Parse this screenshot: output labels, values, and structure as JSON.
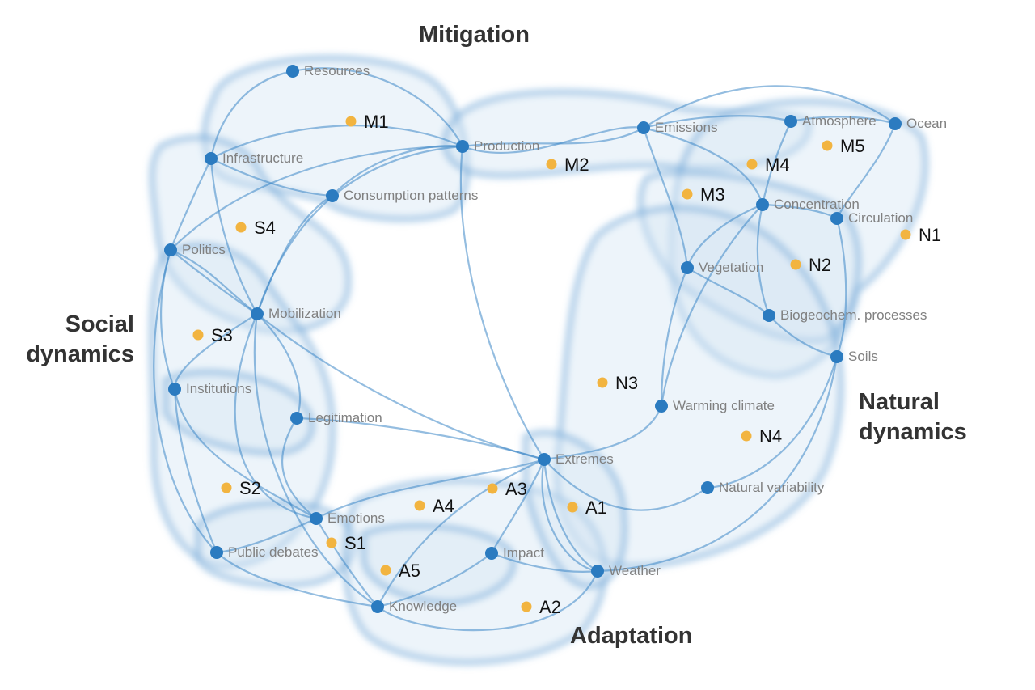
{
  "colors": {
    "node": "#2b7bc0",
    "marker": "#f2b440",
    "edge": "#3c86c6",
    "blob_fill": "#d6e6f4",
    "section_text": "#333333",
    "node_text": "#808080",
    "marker_text": "#111111"
  },
  "sections": {
    "mitigation": "Mitigation",
    "social_line1": "Social",
    "social_line2": "dynamics",
    "natural_line1": "Natural",
    "natural_line2": "dynamics",
    "adaptation": "Adaptation"
  },
  "nodes": {
    "resources": "Resources",
    "infrastructure": "Infrastructure",
    "production": "Production",
    "consumption": "Consumption patterns",
    "emissions": "Emissions",
    "atmosphere": "Atmosphere",
    "ocean": "Ocean",
    "concentration": "Concentration",
    "circulation": "Circulation",
    "vegetation": "Vegetation",
    "biogeochem": "Biogeochem. processes",
    "soils": "Soils",
    "politics": "Politics",
    "mobilization": "Mobilization",
    "institutions": "Institutions",
    "legitimation": "Legitimation",
    "emotions": "Emotions",
    "public_debates": "Public debates",
    "knowledge": "Knowledge",
    "impact": "Impact",
    "extremes": "Extremes",
    "weather": "Weather",
    "warming_climate": "Warming climate",
    "natural_variability": "Natural variability"
  },
  "markers": {
    "m1": "M1",
    "m2": "M2",
    "m3": "M3",
    "m4": "M4",
    "m5": "M5",
    "n1": "N1",
    "n2": "N2",
    "n3": "N3",
    "n4": "N4",
    "s1": "S1",
    "s2": "S2",
    "s3": "S3",
    "s4": "S4",
    "a1": "A1",
    "a2": "A2",
    "a3": "A3",
    "a4": "A4",
    "a5": "A5"
  }
}
